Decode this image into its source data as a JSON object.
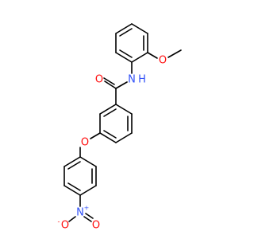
{
  "molecule": {
    "atom_labels": {
      "methoxy_o": "O",
      "amide_n": "N",
      "amide_h": "H",
      "carbonyl_o": "O",
      "ether_o": "O",
      "nitro_n": "N",
      "nitro_n_charge": "+",
      "nitro_o_left": "O",
      "nitro_o_left_charge": "-",
      "nitro_o_right": "O"
    },
    "colors": {
      "bond": "#000000",
      "oxygen": "#ff0d0d",
      "nitrogen": "#3050f8",
      "background": "#ffffff"
    }
  }
}
